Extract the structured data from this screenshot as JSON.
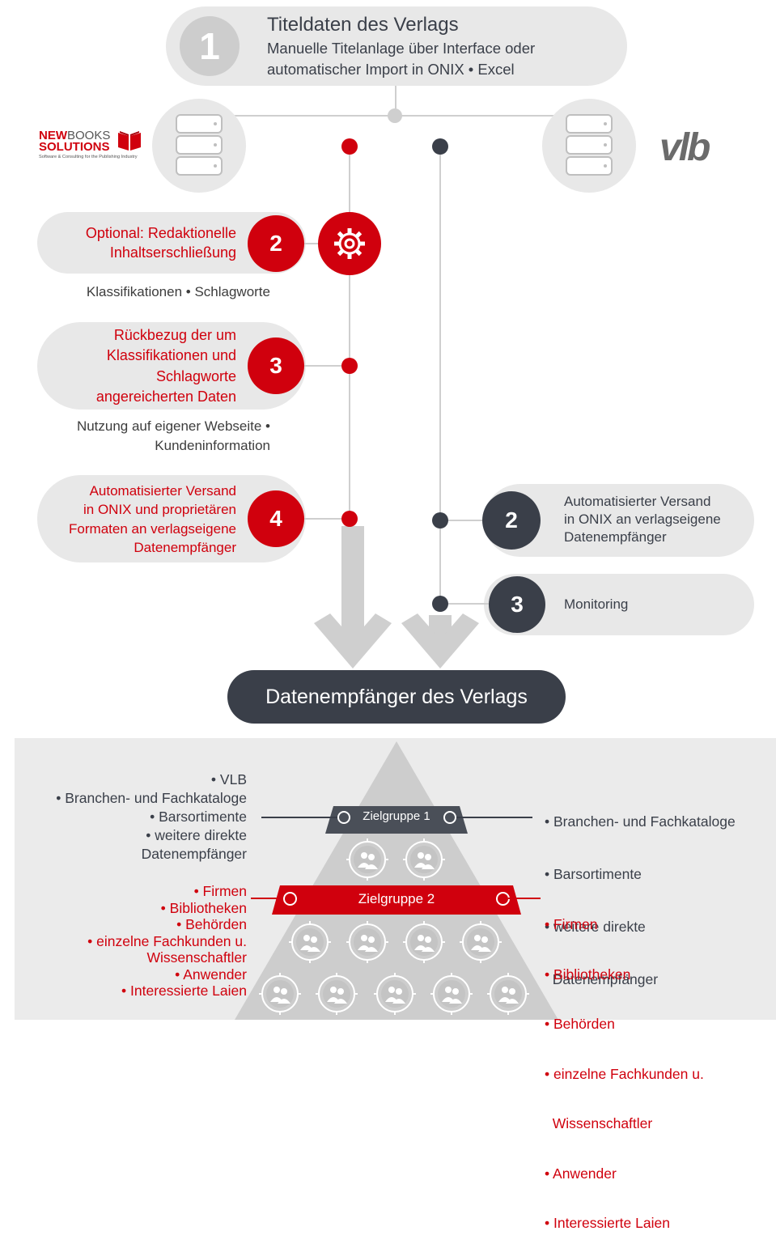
{
  "step1": {
    "number": "1",
    "title": "Titeldaten des Verlags",
    "line1": "Manuelle Titelanlage über Interface oder",
    "line2": "automatischer Import in ONIX • Excel"
  },
  "logos": {
    "newbooks_new": "NEW",
    "newbooks_books": "BOOKS",
    "newbooks_solutions": "SOLUTIONS",
    "newbooks_tagline": "Software & Consulting for the Publishing Industry",
    "vlb": "vlb"
  },
  "left": {
    "step2": {
      "number": "2",
      "line1": "Optional: Redaktionelle",
      "line2": "Inhaltserschließung",
      "note": "Klassifikationen • Schlagworte"
    },
    "step3": {
      "number": "3",
      "line1": "Rückbezug der um",
      "line2": "Klassifikationen und",
      "line3": "Schlagworte",
      "line4": "angereicherten Daten",
      "note1": "Nutzung auf eigener Webseite •",
      "note2": "Kundeninformation"
    },
    "step4": {
      "number": "4",
      "line1": "Automatisierter Versand",
      "line2": "in ONIX und proprietären",
      "line3": "Formaten an verlagseigene",
      "line4": "Datenempfänger"
    }
  },
  "right": {
    "step2": {
      "number": "2",
      "line1": "Automatisierter Versand",
      "line2": "in ONIX an verlagseigene",
      "line3": "Datenempfänger"
    },
    "step3": {
      "number": "3",
      "label": "Monitoring"
    }
  },
  "receiver": {
    "label": "Datenempfänger des Verlags"
  },
  "pyramid": {
    "group1": "Zielgruppe 1",
    "group2": "Zielgruppe 2",
    "left_group1": [
      "• VLB",
      "• Branchen- und Fachkataloge",
      "• Barsortimente",
      "• weitere direkte",
      "Datenempfänger"
    ],
    "right_group1": [
      "• Branchen- und Fachkataloge",
      "• Barsortimente",
      "• weitere direkte",
      "  Datenempfänger"
    ],
    "left_group2": [
      "• Firmen",
      "• Bibliotheken",
      "• Behörden",
      "• einzelne Fachkunden u.",
      "Wissenschaftler",
      "• Anwender",
      "• Interessierte Laien"
    ],
    "right_group2": [
      "• Firmen",
      "• Bibliotheken",
      "• Behörden",
      "• einzelne Fachkunden u.",
      "  Wissenschaftler",
      "• Anwender",
      "• Interessierte Laien"
    ]
  },
  "colors": {
    "red": "#d0000d",
    "dark": "#3a3f49",
    "light_gray": "#e8e8e8",
    "line_gray": "#cfcfcf"
  }
}
